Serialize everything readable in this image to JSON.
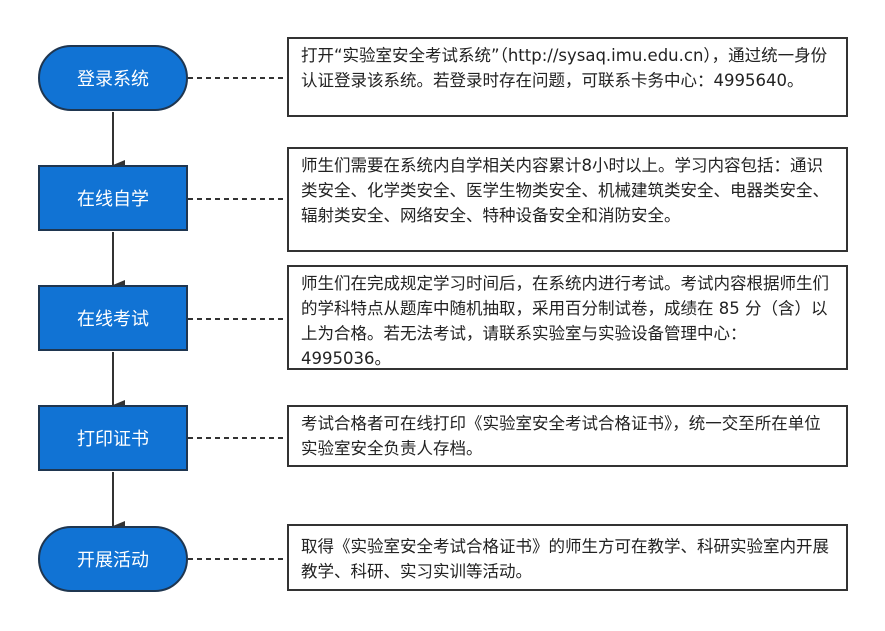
{
  "steps": [
    {
      "label": "登录系统",
      "shape": "rounded",
      "desc": "打开“实验室安全考试系统”（http://sysaq.imu.edu.cn），通过统一身份认证登录该系统。若登录时存在问题，可联系卡务中心：4995640。"
    },
    {
      "label": "在线自学",
      "shape": "rect",
      "desc": "师生们需要在系统内自学相关内容累计8小时以上。学习内容包括：通识类安全、化学类安全、医学生物类安全、机械建筑类安全、电器类安全、辐射类安全、网络安全、特种设备安全和消防安全。"
    },
    {
      "label": "在线考试",
      "shape": "rect",
      "desc": "师生们在完成规定学习时间后，在系统内进行考试。考试内容根据师生们的学科特点从题库中随机抽取，采用百分制试卷，成绩在 85 分（含）以上为合格。若无法考试，请联系实验室与实验设备管理中心：4995036。"
    },
    {
      "label": "打印证书",
      "shape": "rect",
      "desc": "考试合格者可在线打印《实验室安全考试合格证书》，统一交至所在单位实验室安全负责人存档。"
    },
    {
      "label": "开展活动",
      "shape": "rounded",
      "desc": "取得《实验室安全考试合格证书》的师生方可在教学、科研实验室内开展教学、科研、实习实训等活动。"
    }
  ],
  "colors": {
    "node_fill": "#1173d4",
    "node_border": "#1f3650",
    "line": "#333333"
  }
}
